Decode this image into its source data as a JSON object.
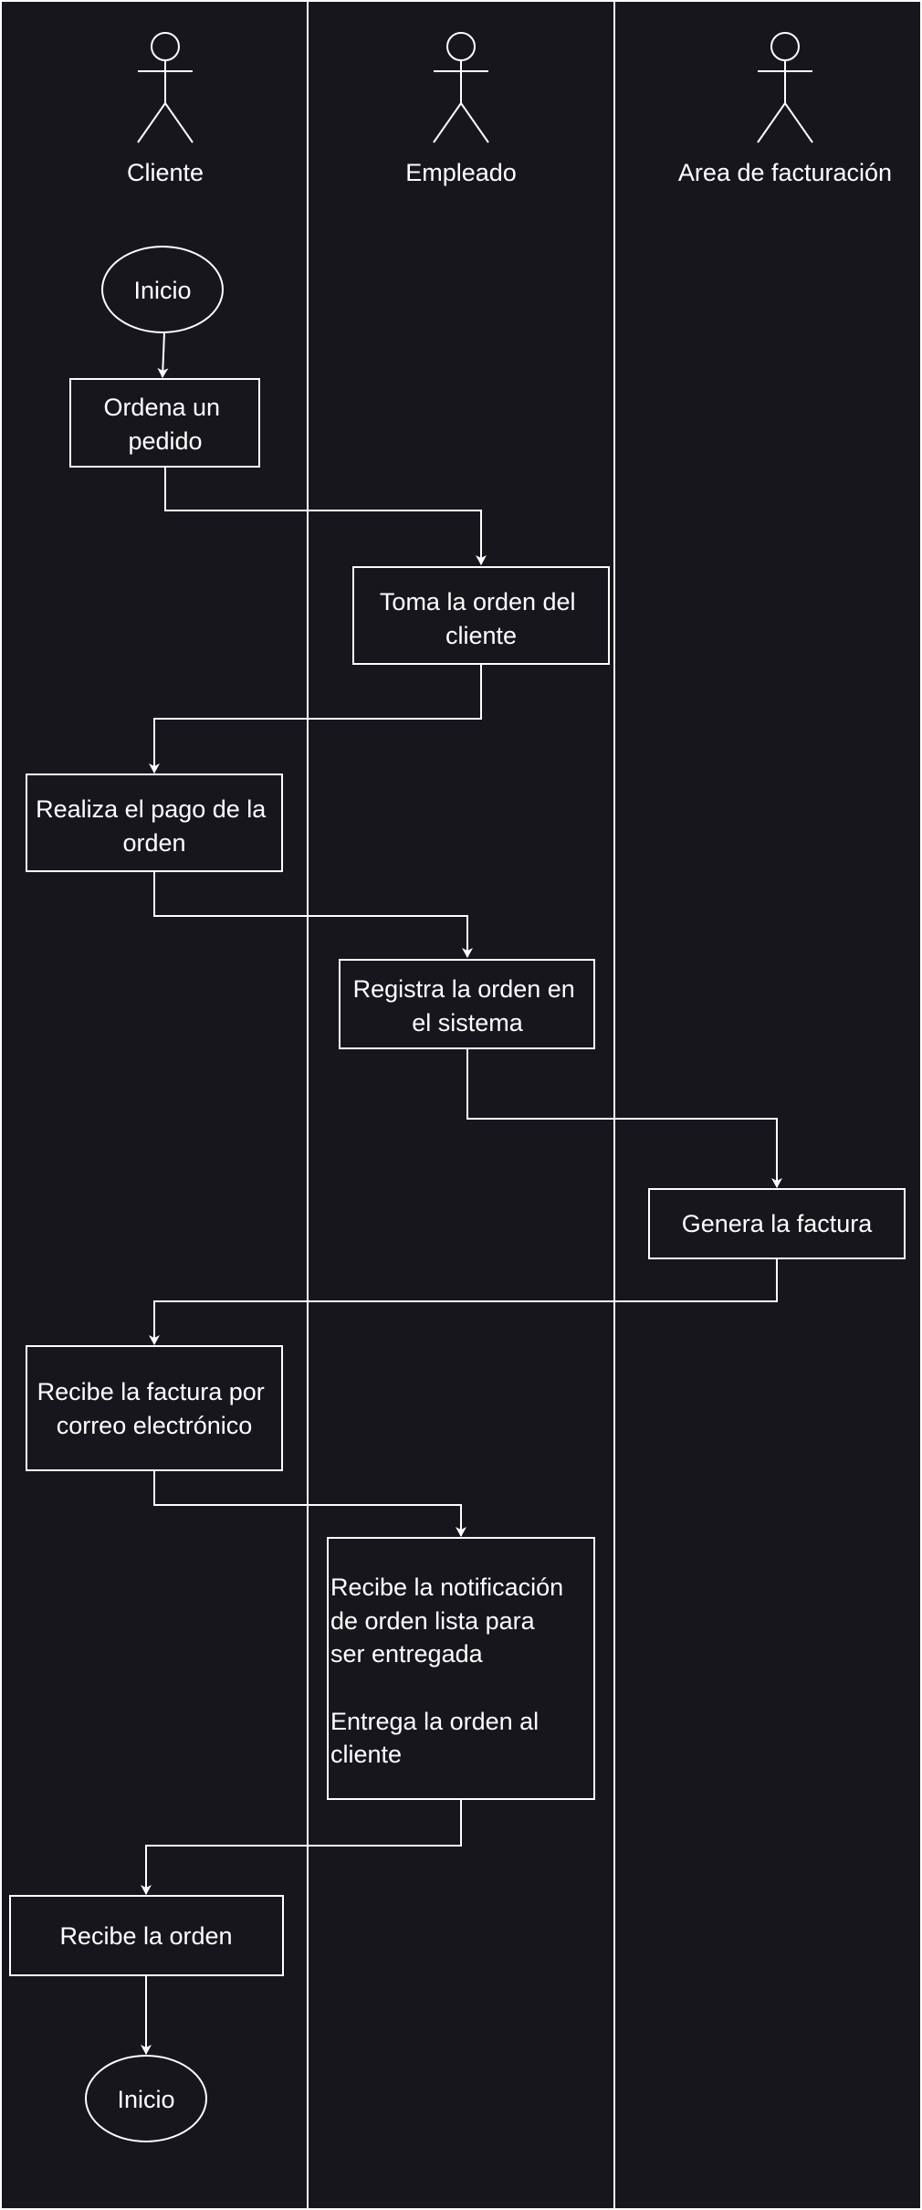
{
  "lanes": [
    {
      "label": "Cliente"
    },
    {
      "label": "Empleado"
    },
    {
      "label": "Area de facturación"
    }
  ],
  "nodes": {
    "start": {
      "lines": [
        "Inicio"
      ]
    },
    "order_request": {
      "lines": [
        "Ordena un",
        "pedido"
      ]
    },
    "take_order": {
      "lines": [
        "Toma la orden del",
        "cliente"
      ]
    },
    "payment": {
      "lines": [
        "Realiza el pago de la",
        "orden"
      ]
    },
    "register_order": {
      "lines": [
        "Registra la orden en",
        "el sistema"
      ]
    },
    "generate_invoice": {
      "lines": [
        "Genera la factura"
      ]
    },
    "receive_invoice": {
      "lines": [
        "Recibe la factura por",
        "correo electrónico"
      ]
    },
    "delivery_notification": {
      "lines": [
        "Recibe la notificación",
        "de orden lista para",
        "ser entregada",
        "",
        "Entrega la orden al",
        "cliente"
      ]
    },
    "receive_order": {
      "lines": [
        "Recibe la orden"
      ]
    },
    "end": {
      "lines": [
        "Inicio"
      ]
    }
  },
  "colors": {
    "background": "#18161d",
    "stroke": "#ffffff",
    "text": "#ffffff"
  }
}
